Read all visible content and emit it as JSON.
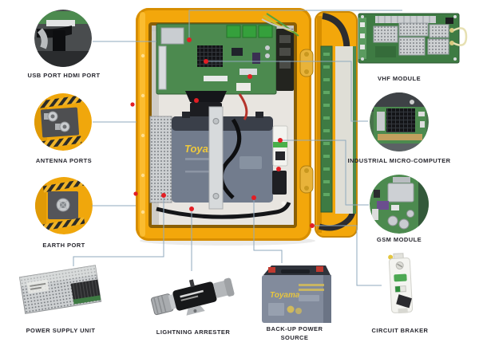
{
  "callouts": {
    "usb_hdmi": {
      "label": "USB PORT HDMI PORT"
    },
    "antenna": {
      "label": "ANTENNA PORTS"
    },
    "earth": {
      "label": "EARTH PORT"
    },
    "vhf": {
      "label": "VHF MODULE"
    },
    "micro_computer": {
      "label": "INDUSTRIAL MICRO-COMPUTER"
    },
    "gsm": {
      "label": "GSM MODULE"
    },
    "power_supply": {
      "label": "POWER SUPPLY UNIT"
    },
    "lightning_arrester": {
      "label": "LIGHTNING ARRESTER"
    },
    "backup_power": {
      "label": "BACK-UP POWER SOURCE"
    },
    "circuit_breaker": {
      "label": "CIRCUIT BRAKER"
    }
  },
  "enclosure": {
    "battery_brand": "Toyama"
  },
  "photos": {
    "battery_brand": "Toyama"
  },
  "colors": {
    "callout_line": "#8FA9BE",
    "marker_red": "#E31E24",
    "enclosure_yellow": "#F3A70B",
    "pcb_green": "#4C8A4F",
    "label_text": "#27272F"
  }
}
